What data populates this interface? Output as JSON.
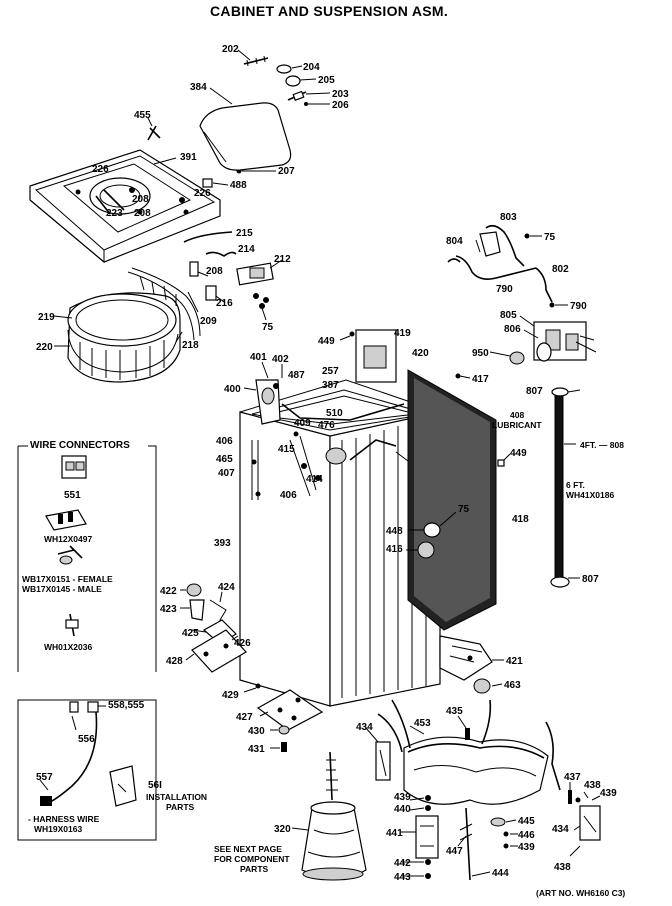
{
  "title": "CABINET AND SUSPENSION ASM.",
  "art_no": "(ART NO. WH6160 C3)",
  "parts": {
    "p202": "202",
    "p204": "204",
    "p205": "205",
    "p203": "203",
    "p206": "206",
    "p384": "384",
    "p455": "455",
    "p391": "391",
    "p226a": "226",
    "p226b": "226",
    "p223": "223",
    "p208a": "208",
    "p208b": "208",
    "p207": "207",
    "p488": "488",
    "p215": "215",
    "p214": "214",
    "p212": "212",
    "p208c": "208",
    "p216": "216",
    "p209": "209",
    "p75a": "75",
    "p219": "219",
    "p218": "218",
    "p220": "220",
    "p803": "803",
    "p75b": "75",
    "p804": "804",
    "p802": "802",
    "p790a": "790",
    "p790b": "790",
    "p805": "805",
    "p806": "806",
    "p449a": "449",
    "p419": "419",
    "p420": "420",
    "p950": "950",
    "p401": "401",
    "p402": "402",
    "p257": "257",
    "p387": "387",
    "p487": "487",
    "p400": "400",
    "p417": "417",
    "p807a": "807",
    "p510": "510",
    "p409": "409",
    "p476": "476",
    "p406a": "406",
    "p415": "415",
    "p465": "465",
    "p407": "407",
    "p414": "414",
    "p406b": "406",
    "p449b": "449",
    "p75c": "75",
    "p448": "448",
    "p416": "416",
    "p418": "418",
    "p393": "393",
    "p807b": "807",
    "p422": "422",
    "p424": "424",
    "p423": "423",
    "p425": "425",
    "p426": "426",
    "p428": "428",
    "p421": "421",
    "p463": "463",
    "p429": "429",
    "p427": "427",
    "p430": "430",
    "p431": "431",
    "p434a": "434",
    "p453": "453",
    "p435": "435",
    "p320": "320",
    "p437": "437",
    "p438a": "438",
    "p439a": "439",
    "p439b": "439",
    "p440": "440",
    "p445": "445",
    "p446": "446",
    "p441": "441",
    "p447": "447",
    "p439c": "439",
    "p434b": "434",
    "p442": "442",
    "p443": "443",
    "p444": "444",
    "p438b": "438"
  },
  "notes": {
    "lubricant_num": "408",
    "lubricant": "LUBRICANT",
    "hose_4ft": "4FT. — 808",
    "hose_6ft_a": "6 FT.",
    "hose_6ft_b": "WH41X0186",
    "next_page_1": "SEE NEXT PAGE",
    "next_page_2": "FOR COMPONENT",
    "next_page_3": "PARTS"
  },
  "wire_box": {
    "title": "WIRE CONNECTORS",
    "p551": "551",
    "wh12": "WH12X0497",
    "wb17a": "WB17X0151 - FEMALE",
    "wb17b": "WB17X0145 - MALE",
    "wh01": "WH01X2036"
  },
  "harness_box": {
    "p558": "558,555",
    "p556": "556",
    "p557": "557",
    "p56i": "56I",
    "inst1": "INSTALLATION",
    "inst2": "PARTS",
    "harness1": "- HARNESS WIRE",
    "harness2": "WH19X0163"
  }
}
